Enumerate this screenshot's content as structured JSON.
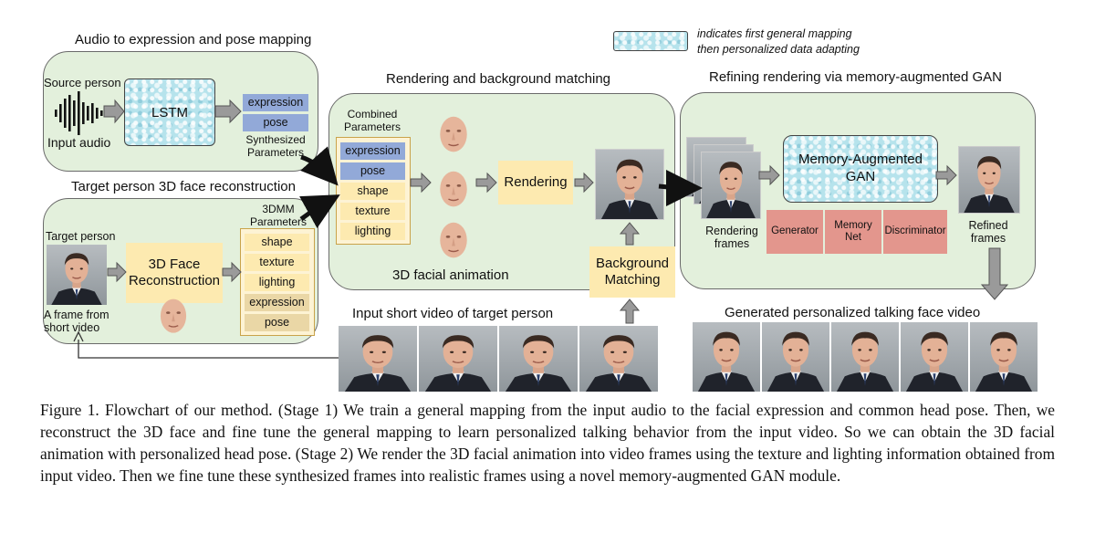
{
  "legend": {
    "text_line1": "indicates first general mapping",
    "text_line2": "then personalized data adapting"
  },
  "audio_section": {
    "title": "Audio to expression and pose mapping",
    "source_person": "Source person",
    "input_audio": "Input audio",
    "lstm": "LSTM",
    "params": [
      "expression",
      "pose"
    ],
    "synth_line1": "Synthesized",
    "synth_line2": "Parameters"
  },
  "recon_section": {
    "title": "Target person 3D face reconstruction",
    "target_person": "Target person",
    "frame_line1": "A frame from",
    "frame_line2": "short video",
    "box_line1": "3D Face",
    "box_line2": "Reconstruction",
    "params_title_line1": "3DMM",
    "params_title_line2": "Parameters",
    "params": [
      "shape",
      "texture",
      "lighting",
      "expression",
      "pose"
    ]
  },
  "render_section": {
    "title": "Rendering and background matching",
    "combined_line1": "Combined",
    "combined_line2": "Parameters",
    "params": [
      "expression",
      "pose",
      "shape",
      "texture",
      "lighting"
    ],
    "rendering": "Rendering",
    "facial_animation": "3D facial animation",
    "bg_line1": "Background",
    "bg_line2": "Matching"
  },
  "input_video_title": "Input short video of target person",
  "refine_section": {
    "title": "Refining rendering via memory-augmented GAN",
    "gan_line1": "Memory-Augmented",
    "gan_line2": "GAN",
    "generator": "Generator",
    "memory_line1": "Memory",
    "memory_line2": "Net",
    "discriminator": "Discriminator",
    "rendering_frames_line1": "Rendering",
    "rendering_frames_line2": "frames",
    "refined_line1": "Refined",
    "refined_line2": "frames"
  },
  "generated_title": "Generated personalized talking face video",
  "caption": "Figure 1. Flowchart of our method. (Stage 1) We train a general mapping from the input audio to the facial expression and common head pose. Then, we reconstruct the 3D face and fine tune the general mapping to learn personalized talking behavior from the input video. So we can obtain the 3D facial animation with personalized head pose. (Stage 2) We render the 3D facial animation into video frames using the texture and lighting information obtained from input video. Then we fine tune these synthesized frames into realistic frames using a novel memory-augmented GAN module.",
  "colors": {
    "panel": "#e3f0dc",
    "param_blue": "#92a9d8",
    "param_yellow": "#fdeab0",
    "param_tan": "#ead7a6",
    "gan_red": "#e3968d",
    "lstm_cyan": "#b6e3ec"
  }
}
